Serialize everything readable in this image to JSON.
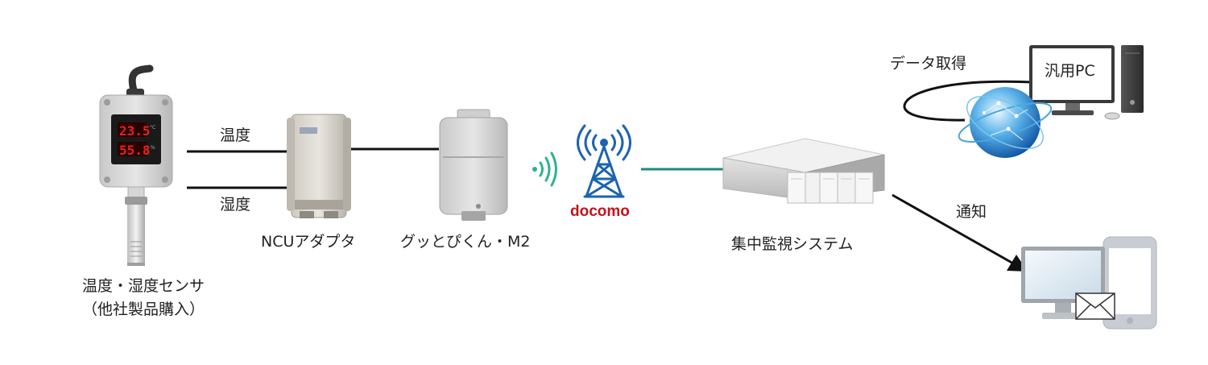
{
  "labels": {
    "sensor_line1": "温度・湿度センサ",
    "sensor_line2": "（他社製品購入）",
    "temperature": "温度",
    "humidity": "湿度",
    "ncu_adapter": "NCUアダプタ",
    "gutto_bikun": "グッとぴくん・M2",
    "carrier": "docomo",
    "central_system": "集中監視システム",
    "data_acquisition": "データ取得",
    "general_pc": "汎用PC",
    "notification": "通知"
  },
  "sensor_display": {
    "temperature_value": "23.5",
    "humidity_value": "55.8",
    "temperature_unit": "°C",
    "humidity_unit": "%"
  },
  "colors": {
    "line": "#111111",
    "network_line": "#1b8a80",
    "wireless": "#2fb38c",
    "tower": "#1d63b0",
    "carrier_text": "#c0141d",
    "led": "#e8221a"
  }
}
